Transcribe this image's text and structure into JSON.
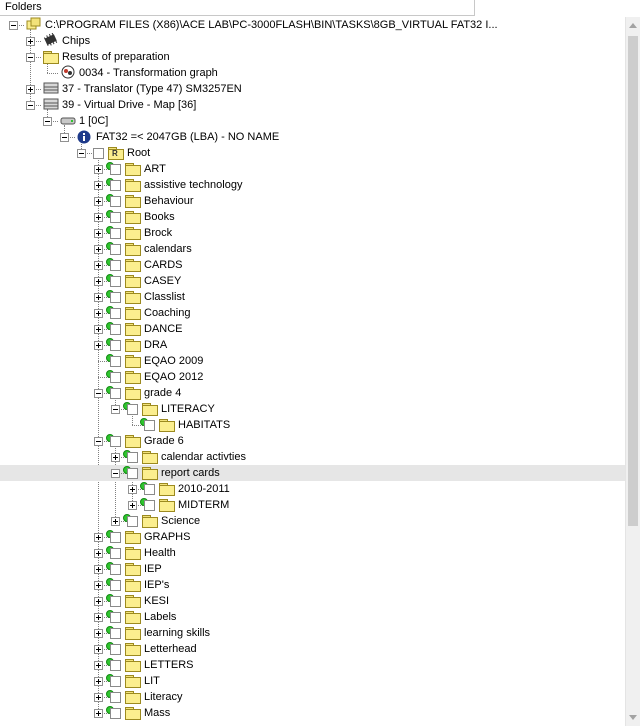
{
  "header": {
    "title": "Folders"
  },
  "tree": [
    {
      "level": 0,
      "label": "C:\\PROGRAM FILES (X86)\\ACE LAB\\PC-3000FLASH\\BIN\\TASKS\\8GB_VIRTUAL FAT32 I...",
      "icon": "project-icon",
      "expander": "minus"
    },
    {
      "level": 1,
      "label": "Chips",
      "icon": "chip-icon",
      "expander": "plus"
    },
    {
      "level": 1,
      "label": "Results of preparation",
      "icon": "folder-icon",
      "expander": "minus"
    },
    {
      "level": 2,
      "label": "0034 - Transformation graph",
      "icon": "graph-icon",
      "expander": "none"
    },
    {
      "level": 1,
      "label": "37 - Translator  (Type 47) SM3257EN",
      "icon": "drive-icon",
      "expander": "plus"
    },
    {
      "level": 1,
      "label": "39 - Virtual Drive - Map [36]",
      "icon": "drive-icon",
      "expander": "minus"
    },
    {
      "level": 2,
      "label": "1 [0C]",
      "icon": "disk-icon",
      "expander": "minus"
    },
    {
      "level": 3,
      "label": "FAT32 =< 2047GB (LBA) - NO NAME",
      "icon": "info-icon",
      "expander": "minus"
    },
    {
      "level": 4,
      "label": "Root",
      "icon": "root-folder-icon",
      "expander": "minus",
      "checkbox": true
    },
    {
      "level": 5,
      "label": "ART",
      "icon": "folder-icon",
      "expander": "plus",
      "checkbox": true,
      "dot": true
    },
    {
      "level": 5,
      "label": "assistive technology",
      "icon": "folder-icon",
      "expander": "plus",
      "checkbox": true,
      "dot": true
    },
    {
      "level": 5,
      "label": "Behaviour",
      "icon": "folder-icon",
      "expander": "plus",
      "checkbox": true,
      "dot": true
    },
    {
      "level": 5,
      "label": "Books",
      "icon": "folder-icon",
      "expander": "plus",
      "checkbox": true,
      "dot": true
    },
    {
      "level": 5,
      "label": "Brock",
      "icon": "folder-icon",
      "expander": "plus",
      "checkbox": true,
      "dot": true
    },
    {
      "level": 5,
      "label": "calendars",
      "icon": "folder-icon",
      "expander": "plus",
      "checkbox": true,
      "dot": true
    },
    {
      "level": 5,
      "label": "CARDS",
      "icon": "folder-icon",
      "expander": "plus",
      "checkbox": true,
      "dot": true
    },
    {
      "level": 5,
      "label": "CASEY",
      "icon": "folder-icon",
      "expander": "plus",
      "checkbox": true,
      "dot": true
    },
    {
      "level": 5,
      "label": "Classlist",
      "icon": "folder-icon",
      "expander": "plus",
      "checkbox": true,
      "dot": true
    },
    {
      "level": 5,
      "label": "Coaching",
      "icon": "folder-icon",
      "expander": "plus",
      "checkbox": true,
      "dot": true
    },
    {
      "level": 5,
      "label": "DANCE",
      "icon": "folder-icon",
      "expander": "plus",
      "checkbox": true,
      "dot": true
    },
    {
      "level": 5,
      "label": "DRA",
      "icon": "folder-icon",
      "expander": "plus",
      "checkbox": true,
      "dot": true
    },
    {
      "level": 5,
      "label": "EQAO 2009",
      "icon": "folder-icon",
      "expander": "none",
      "checkbox": true,
      "dot": true
    },
    {
      "level": 5,
      "label": "EQAO 2012",
      "icon": "folder-icon",
      "expander": "none",
      "checkbox": true,
      "dot": true
    },
    {
      "level": 5,
      "label": "grade 4",
      "icon": "folder-icon",
      "expander": "minus",
      "checkbox": true,
      "dot": true
    },
    {
      "level": 6,
      "label": "LITERACY",
      "icon": "folder-icon",
      "expander": "minus",
      "checkbox": true,
      "dot": true
    },
    {
      "level": 7,
      "label": "HABITATS",
      "icon": "folder-icon",
      "expander": "none",
      "checkbox": true,
      "dot": true
    },
    {
      "level": 5,
      "label": "Grade 6",
      "icon": "folder-icon",
      "expander": "minus",
      "checkbox": true,
      "dot": true
    },
    {
      "level": 6,
      "label": "calendar activties",
      "icon": "folder-icon",
      "expander": "plus",
      "checkbox": true,
      "dot": true
    },
    {
      "level": 6,
      "label": "report cards",
      "icon": "folder-icon",
      "expander": "minus",
      "checkbox": true,
      "dot": true,
      "selected": true
    },
    {
      "level": 7,
      "label": "2010-2011",
      "icon": "folder-icon",
      "expander": "plus",
      "checkbox": true,
      "dot": true
    },
    {
      "level": 7,
      "label": "MIDTERM",
      "icon": "folder-icon",
      "expander": "plus",
      "checkbox": true,
      "dot": true
    },
    {
      "level": 6,
      "label": "Science",
      "icon": "folder-icon",
      "expander": "plus",
      "checkbox": true,
      "dot": true
    },
    {
      "level": 5,
      "label": "GRAPHS",
      "icon": "folder-icon",
      "expander": "plus",
      "checkbox": true,
      "dot": true
    },
    {
      "level": 5,
      "label": "Health",
      "icon": "folder-icon",
      "expander": "plus",
      "checkbox": true,
      "dot": true
    },
    {
      "level": 5,
      "label": "IEP",
      "icon": "folder-icon",
      "expander": "plus",
      "checkbox": true,
      "dot": true
    },
    {
      "level": 5,
      "label": "IEP's",
      "icon": "folder-icon",
      "expander": "plus",
      "checkbox": true,
      "dot": true
    },
    {
      "level": 5,
      "label": "KESI",
      "icon": "folder-icon",
      "expander": "plus",
      "checkbox": true,
      "dot": true
    },
    {
      "level": 5,
      "label": "Labels",
      "icon": "folder-icon",
      "expander": "plus",
      "checkbox": true,
      "dot": true
    },
    {
      "level": 5,
      "label": "learning skills",
      "icon": "folder-icon",
      "expander": "plus",
      "checkbox": true,
      "dot": true
    },
    {
      "level": 5,
      "label": "Letterhead",
      "icon": "folder-icon",
      "expander": "plus",
      "checkbox": true,
      "dot": true
    },
    {
      "level": 5,
      "label": "LETTERS",
      "icon": "folder-icon",
      "expander": "plus",
      "checkbox": true,
      "dot": true
    },
    {
      "level": 5,
      "label": "LIT",
      "icon": "folder-icon",
      "expander": "plus",
      "checkbox": true,
      "dot": true
    },
    {
      "level": 5,
      "label": "Literacy",
      "icon": "folder-icon",
      "expander": "plus",
      "checkbox": true,
      "dot": true
    },
    {
      "level": 5,
      "label": "Mass",
      "icon": "folder-icon",
      "expander": "plus",
      "checkbox": true,
      "dot": true
    }
  ],
  "colors": {
    "folder": "#fbee8e",
    "dot": "#2ec52e",
    "selected_row": "#e6e6e6"
  }
}
